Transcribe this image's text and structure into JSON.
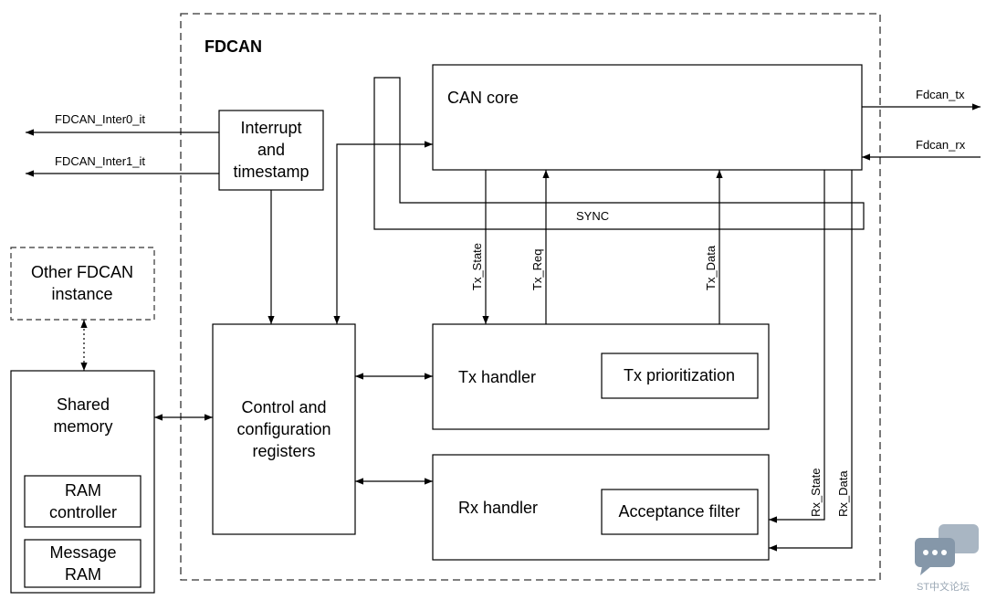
{
  "diagram": {
    "title": "FDCAN",
    "blocks": {
      "can_core": "CAN core",
      "interrupt": [
        "Interrupt",
        "and",
        "timestamp"
      ],
      "control": [
        "Control and",
        "configuration",
        "registers"
      ],
      "tx_handler": "Tx handler",
      "tx_prioritization": "Tx prioritization",
      "rx_handler": "Rx handler",
      "acceptance_filter": "Acceptance filter",
      "other_fdcan": [
        "Other FDCAN",
        "instance"
      ],
      "shared_memory": [
        "Shared",
        "memory"
      ],
      "ram_controller": [
        "RAM",
        "controller"
      ],
      "message_ram": [
        "Message",
        "RAM"
      ]
    },
    "signals": {
      "inter0": "FDCAN_Inter0_it",
      "inter1": "FDCAN_Inter1_it",
      "fdcan_tx": "Fdcan_tx",
      "fdcan_rx": "Fdcan_rx",
      "sync": "SYNC",
      "tx_state": "Tx_State",
      "tx_req": "Tx_Req",
      "tx_data": "Tx_Data",
      "rx_state": "Rx_State",
      "rx_data": "Rx_Data"
    }
  },
  "watermark": {
    "text": "ST中文论坛",
    "icon": "chat-bubbles-icon"
  }
}
